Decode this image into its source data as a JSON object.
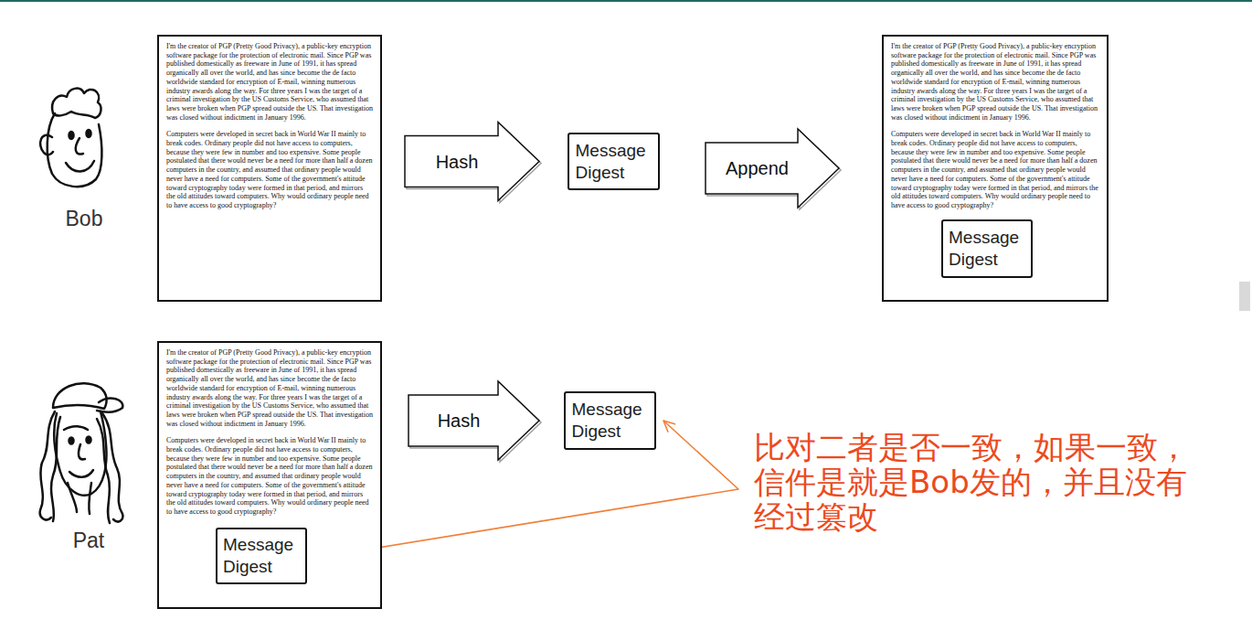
{
  "diagram": {
    "nodes": [
      {
        "text": [
          "I'm the creator of PGP (Pretty Good Privacy), a public-key encryption software package for the protection of electronic mail. Since PGP was published domestically as freeware in June of 1991, it has spread organically all over the world, and has since become the de facto worldwide standard for encryption of E-mail, winning numerous industry awards along the way. For three years I was the target of a criminal investigation by the US Customs Service, who assumed that laws were broken when PGP spread outside the US. That investigation was closed without indictment in January 1996.",
          "Computers were developed in secret back in World War II mainly to break codes. Ordinary people did not have access to computers, because they were few in number and too expensive. Some people postulated that there would never be a need for more than half a dozen computers in the country, and assumed that ordinary people would never have a need for computers. Some of the government's attitude toward cryptography today were formed in that period, and mirrors the old attitudes toward computers. Why would ordinary people need to have access to good cryptography?"
        ]
      },
      {
        "text": [
          "Message Digest"
        ]
      },
      {
        "text": [
          "I'm the creator of PGP (Pretty Good Privacy), a public-key encryption software package for the protection of electronic mail. Since PGP was published domestically as freeware in June of 1991, it has spread organically all over the world, and has since become the de facto worldwide standard for encryption of E-mail, winning numerous industry awards along the way. For three years I was the target of a criminal investigation by the US Customs Service, who assumed that laws were broken when PGP spread outside the US. That investigation was closed without indictment in January 1996.",
          "Computers were developed in secret back in World War II mainly to break codes. Ordinary people did not have access to computers, because they were few in number and too expensive. Some people postulated that there would never be a need for more than half a dozen computers in the country, and assumed that ordinary people would never have a need for computers. Some of the government's attitude toward cryptography today were formed in that period, and mirrors the old attitudes toward computers. Why would ordinary people need to have access to good cryptography?"
        ]
      },
      {
        "text": [
          "Message Digest"
        ],
        "in": 2
      },
      {
        "text": [
          "I'm the creator of PGP (Pretty Good Privacy), a public-key encryption software package for the protection of electronic mail. Since PGP was published domestically as freeware in June of 1991, it has spread organically all over the world, and has since become the de facto worldwide standard for encryption of E-mail, winning numerous industry awards along the way. For three years I was the target of a criminal investigation by the US Customs Service, who assumed that laws were broken when PGP spread outside the US. That investigation was closed without indictment in January 1996.",
          "Computers were developed in secret back in World War II mainly to break codes. Ordinary people did not have access to computers, because they were few in number and too expensive. Some people postulated that there would never be a need for more than half a dozen computers in the country, and assumed that ordinary people would never have a need for computers. Some of the government's attitude toward cryptography today were formed in that period, and mirrors the old attitudes toward computers. Why would ordinary people need to have access to good cryptography?"
        ]
      },
      {
        "text": [
          "Message Digest"
        ],
        "in": 4
      },
      {
        "text": [
          "Message Digest"
        ]
      }
    ],
    "edges": [
      {
        "from": 0,
        "to": 1,
        "label": "Hash",
        "arrow": "to"
      },
      {
        "from": 1,
        "to": 2,
        "label": "Append",
        "arrow": "to"
      },
      {
        "from": 4,
        "to": 6,
        "label": "Hash",
        "arrow": "to"
      },
      {
        "from": 6,
        "to": 5,
        "arrow": "both"
      }
    ],
    "labels": [
      "Bob",
      "Pat",
      "比对二者是否一致，如果一致，信件是就是Bob发的，并且没有经过篡改"
    ]
  }
}
